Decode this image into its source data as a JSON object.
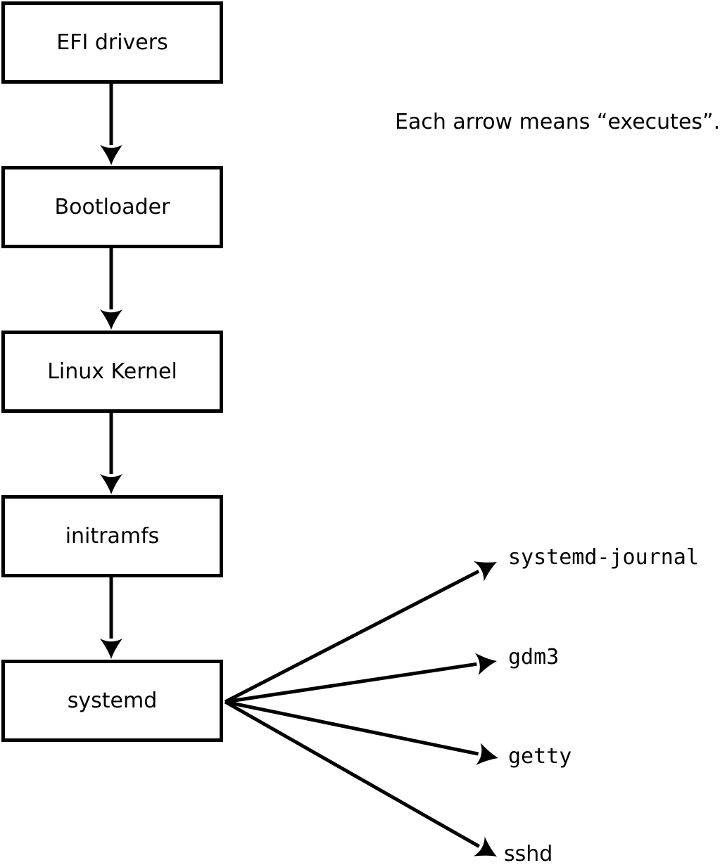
{
  "note": "Each arrow means “executes”.",
  "boxes": [
    {
      "label": "EFI drivers"
    },
    {
      "label": "Bootloader"
    },
    {
      "label": "Linux Kernel"
    },
    {
      "label": "initramfs"
    },
    {
      "label": "systemd"
    }
  ],
  "processes": [
    {
      "label": "systemd-journal"
    },
    {
      "label": "gdm3"
    },
    {
      "label": "getty"
    },
    {
      "label": "sshd"
    }
  ],
  "colors": {
    "foreground": "#000000",
    "background": "#ffffff",
    "box_fill": "#ffffff",
    "box_border": "#000000"
  }
}
